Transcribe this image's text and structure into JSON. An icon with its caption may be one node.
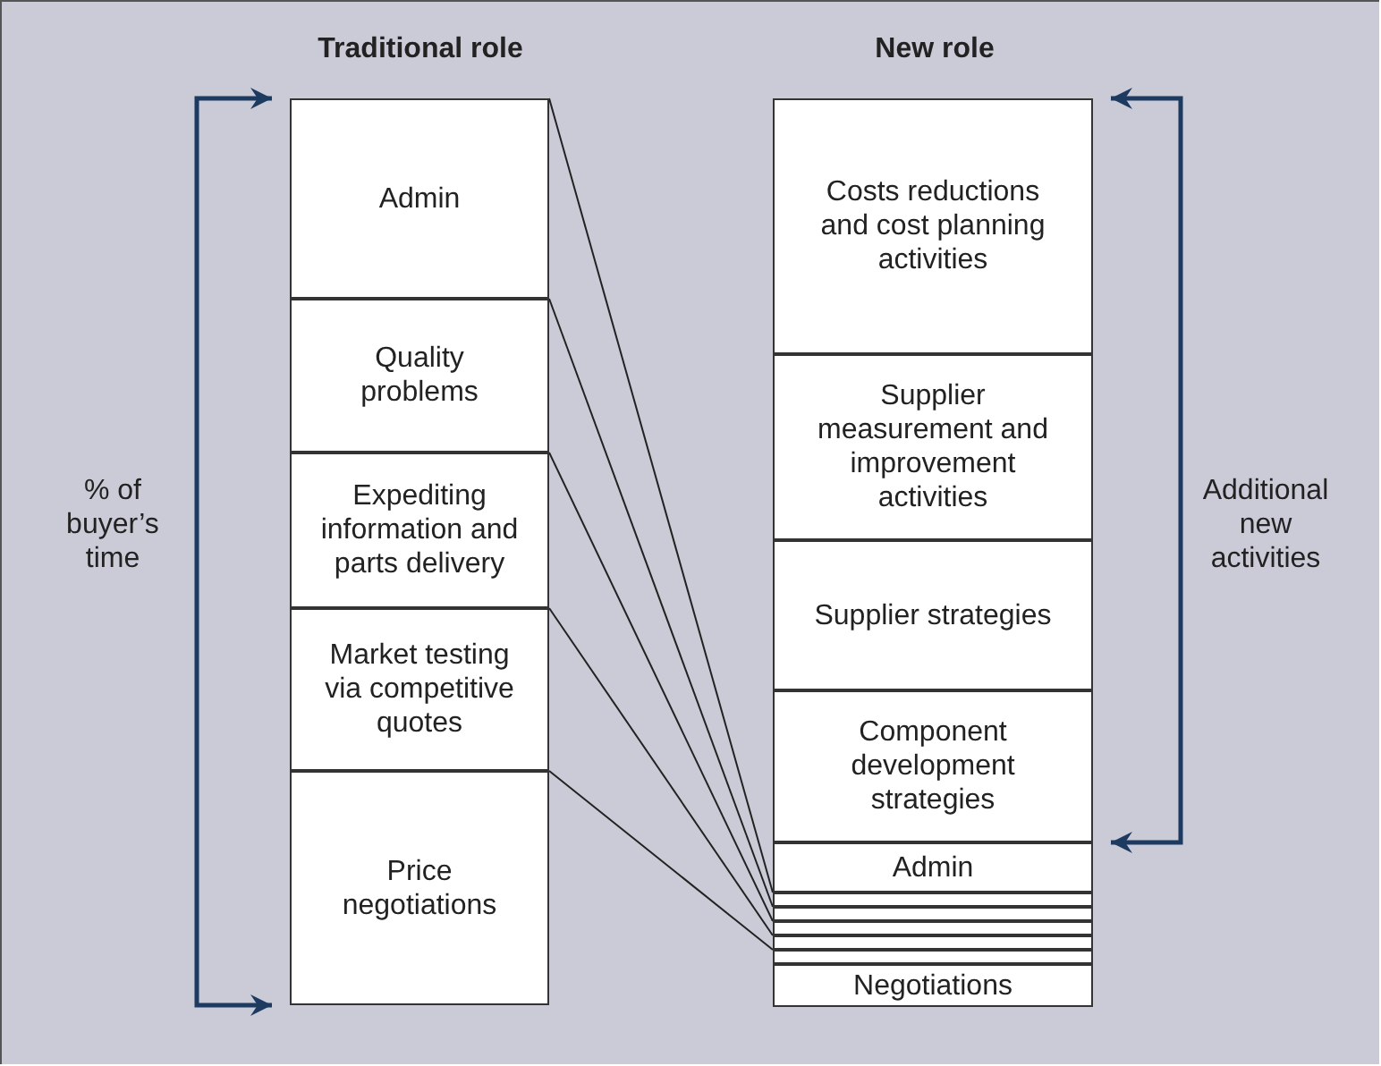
{
  "diagram": {
    "nodes": [
      {
        "text": [
          "Admin"
        ]
      },
      {
        "text": [
          "Quality problems"
        ]
      },
      {
        "text": [
          "Expediting information and parts delivery"
        ]
      },
      {
        "text": [
          "Market testing via competitive quotes"
        ]
      },
      {
        "text": [
          "Price negotiations"
        ]
      },
      {
        "text": [
          "Costs reductions and cost planning activities"
        ]
      },
      {
        "text": [
          "Supplier measurement and improvement activities"
        ]
      },
      {
        "text": [
          "Supplier strategies"
        ]
      },
      {
        "text": [
          "Component development strategies"
        ]
      },
      {
        "text": [
          "Admin"
        ]
      },
      {
        "text": [],
        "shape": "box"
      },
      {
        "text": [],
        "shape": "box"
      },
      {
        "text": [],
        "shape": "box"
      },
      {
        "text": [],
        "shape": "box"
      },
      {
        "text": [],
        "shape": "box"
      },
      {
        "text": [
          "Negotiations"
        ]
      }
    ],
    "edges": [
      {
        "from": 0,
        "to": 10,
        "arrow": "none"
      },
      {
        "from": 1,
        "to": 11,
        "arrow": "none"
      },
      {
        "from": 2,
        "to": 12,
        "arrow": "none"
      },
      {
        "from": 3,
        "to": 13,
        "arrow": "none"
      },
      {
        "from": 4,
        "to": 14,
        "arrow": "none"
      }
    ],
    "labels": [
      "Traditional role",
      "New role",
      "% of buyer’s time",
      "Additional new activities"
    ]
  }
}
